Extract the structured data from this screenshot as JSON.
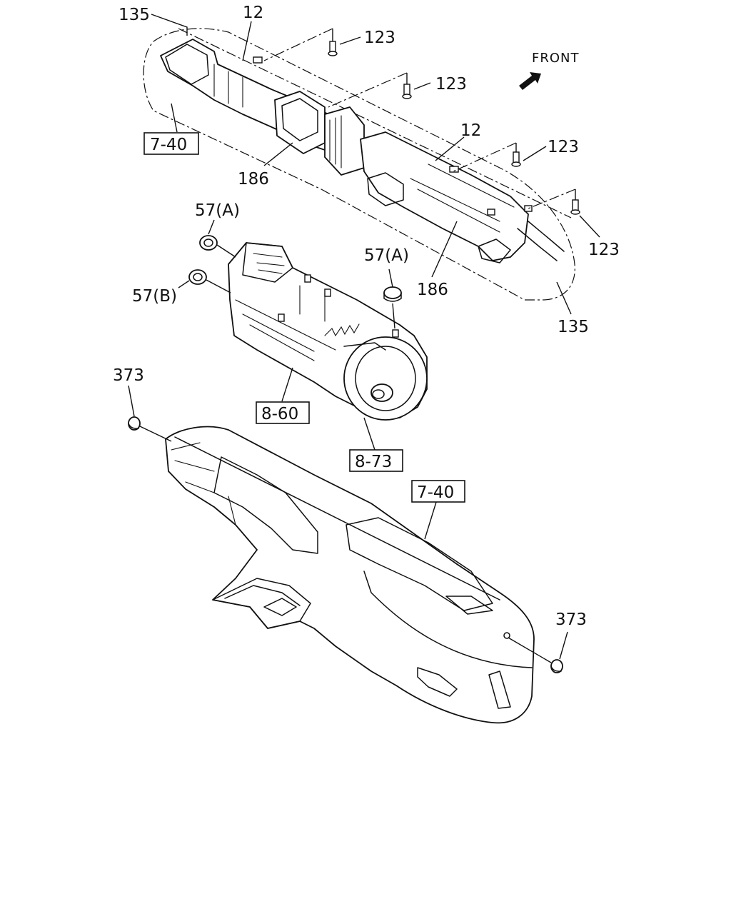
{
  "front_label": "FRONT",
  "callouts": {
    "c135_top": "135",
    "c12_top": "12",
    "c123_a": "123",
    "c123_b": "123",
    "c12_mid": "12",
    "c123_c": "123",
    "c123_d": "123",
    "c186_left": "186",
    "c186_right": "186",
    "c135_right": "135",
    "c57a_left": "57(A)",
    "c57b": "57(B)",
    "c57a_right": "57(A)",
    "c373_left": "373",
    "c373_right": "373"
  },
  "refs": {
    "ref_740_top": "7-40",
    "ref_860": "8-60",
    "ref_873": "8-73",
    "ref_740_bottom": "7-40"
  }
}
